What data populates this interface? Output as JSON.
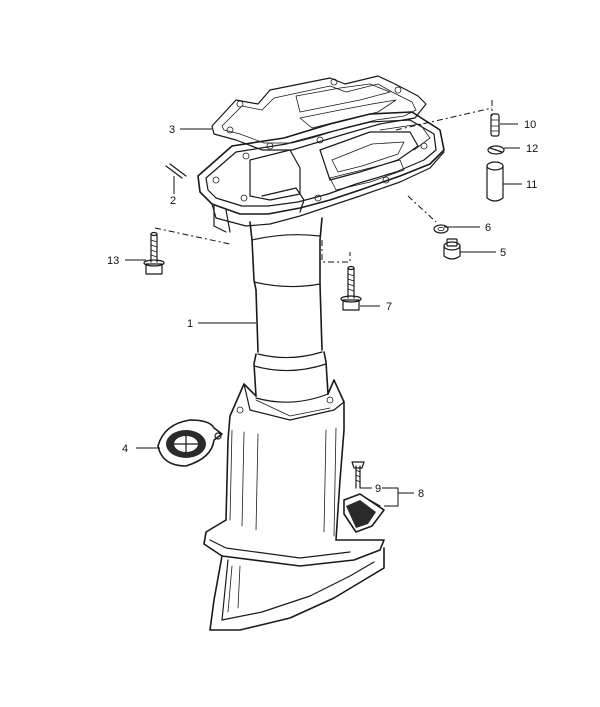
{
  "callouts": [
    {
      "id": "1",
      "label": "1",
      "name": "part-1-drive-shaft-housing"
    },
    {
      "id": "2",
      "label": "2",
      "name": "part-2-pin"
    },
    {
      "id": "3",
      "label": "3",
      "name": "part-3-gasket"
    },
    {
      "id": "4",
      "label": "4",
      "name": "part-4-anode"
    },
    {
      "id": "5",
      "label": "5",
      "name": "part-5-plug"
    },
    {
      "id": "6",
      "label": "6",
      "name": "part-6-washer"
    },
    {
      "id": "7",
      "label": "7",
      "name": "part-7-bolt"
    },
    {
      "id": "8",
      "label": "8",
      "name": "part-8-bracket-assembly"
    },
    {
      "id": "9",
      "label": "9",
      "name": "part-9-screw"
    },
    {
      "id": "10",
      "label": "10",
      "name": "part-10-dowel-pin"
    },
    {
      "id": "11",
      "label": "11",
      "name": "part-11-sleeve"
    },
    {
      "id": "12",
      "label": "12",
      "name": "part-12-clip"
    },
    {
      "id": "13",
      "label": "13",
      "name": "part-13-bolt"
    }
  ]
}
